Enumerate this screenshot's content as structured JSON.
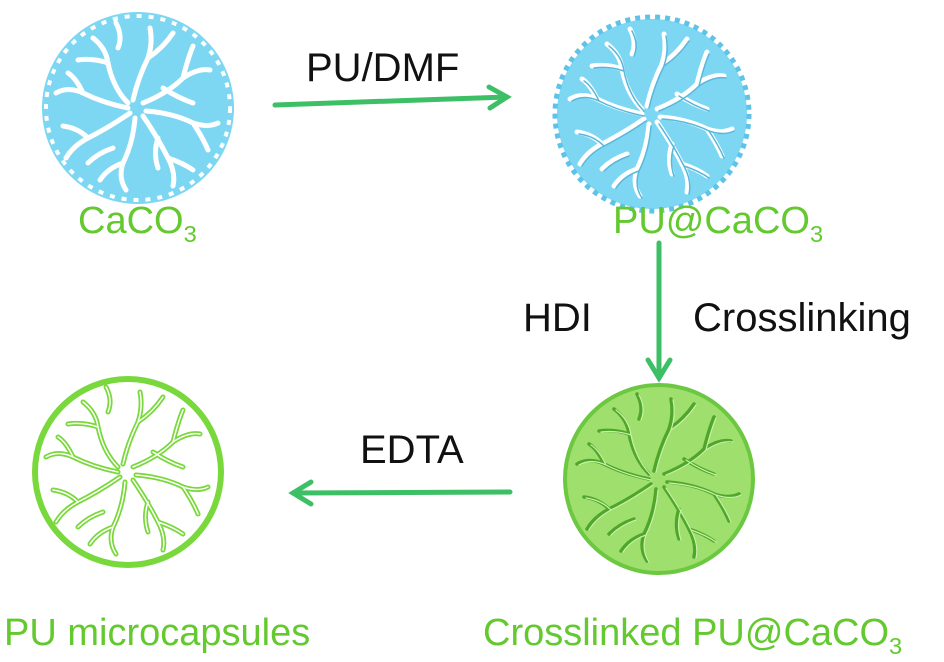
{
  "colors": {
    "calcium_carbonate": "#7dd7f2",
    "crosslinked_fill": "#9fdf6d",
    "crosslinked_line": "#5bb92e",
    "capsule_line": "#79d83c",
    "arrow": "#3dbf66",
    "label_green": "#63c92f",
    "label_black": "#111111"
  },
  "nodes": {
    "caco3": {
      "label_main": "CaCO",
      "label_sub": "3"
    },
    "pu_caco3": {
      "label_main": "PU@CaCO",
      "label_sub": "3"
    },
    "crosslinked": {
      "label_main": "Crosslinked PU@CaCO",
      "label_sub": "3"
    },
    "microcapsules": {
      "label": "PU microcapsules"
    }
  },
  "arrows": {
    "step1": {
      "label": "PU/DMF"
    },
    "step2": {
      "label_left": "HDI",
      "label_right": "Crosslinking"
    },
    "step3": {
      "label": "EDTA"
    }
  }
}
